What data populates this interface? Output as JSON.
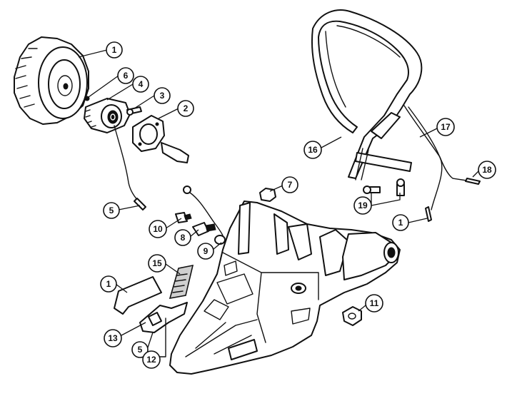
{
  "diagram": {
    "callouts": [
      {
        "id": "1a",
        "label": "1"
      },
      {
        "id": "6",
        "label": "6"
      },
      {
        "id": "4",
        "label": "4"
      },
      {
        "id": "3",
        "label": "3"
      },
      {
        "id": "2",
        "label": "2"
      },
      {
        "id": "5a",
        "label": "5"
      },
      {
        "id": "7",
        "label": "7"
      },
      {
        "id": "10",
        "label": "10"
      },
      {
        "id": "8",
        "label": "8"
      },
      {
        "id": "9",
        "label": "9"
      },
      {
        "id": "15",
        "label": "15"
      },
      {
        "id": "1b",
        "label": "1"
      },
      {
        "id": "13",
        "label": "13"
      },
      {
        "id": "5b",
        "label": "5"
      },
      {
        "id": "12",
        "label": "12"
      },
      {
        "id": "11",
        "label": "11"
      },
      {
        "id": "16",
        "label": "16"
      },
      {
        "id": "17",
        "label": "17"
      },
      {
        "id": "18",
        "label": "18"
      },
      {
        "id": "19",
        "label": "19"
      },
      {
        "id": "1c",
        "label": "1"
      }
    ]
  }
}
